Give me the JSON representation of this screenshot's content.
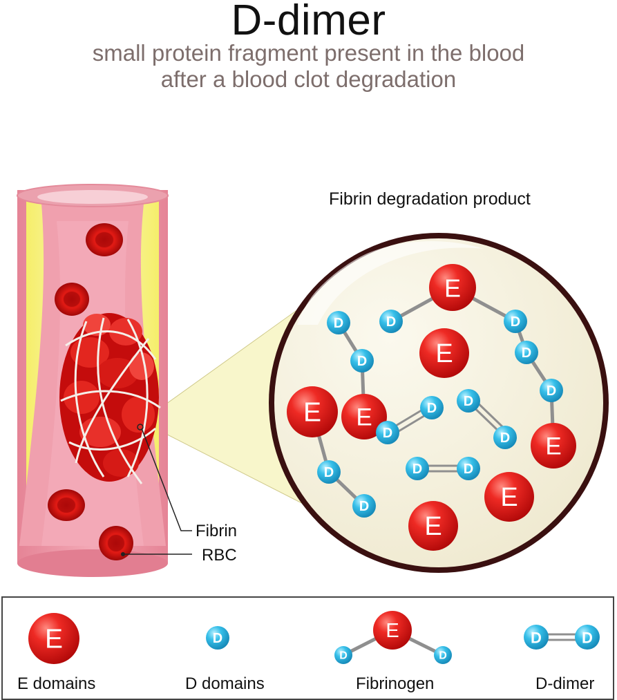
{
  "header": {
    "title": "D-dimer",
    "subtitle_line1": "small protein fragment present in the blood",
    "subtitle_line2": "after a blood clot degradation"
  },
  "zoom_panel": {
    "label": "Fibrin degradation product",
    "e_symbol": "E",
    "d_symbol": "D"
  },
  "vessel": {
    "callouts": {
      "fibrin": "Fibrin",
      "rbc": "RBC"
    }
  },
  "legend": {
    "items": [
      {
        "label": "E domains",
        "icon": "e-domain-icon"
      },
      {
        "label": "D domains",
        "icon": "d-domain-icon"
      },
      {
        "label": "Fibrinogen",
        "icon": "fibrinogen-icon"
      },
      {
        "label": "D-dimer",
        "icon": "d-dimer-icon"
      }
    ]
  },
  "colors": {
    "e_domain": "#e01515",
    "d_domain": "#2bb3e0",
    "vessel_wall": "#e98b9b",
    "vessel_lumen": "#f3aab6",
    "plaque": "#f6f28a",
    "circle_bg": "#f5f1e0",
    "circle_border": "#3a1010"
  }
}
